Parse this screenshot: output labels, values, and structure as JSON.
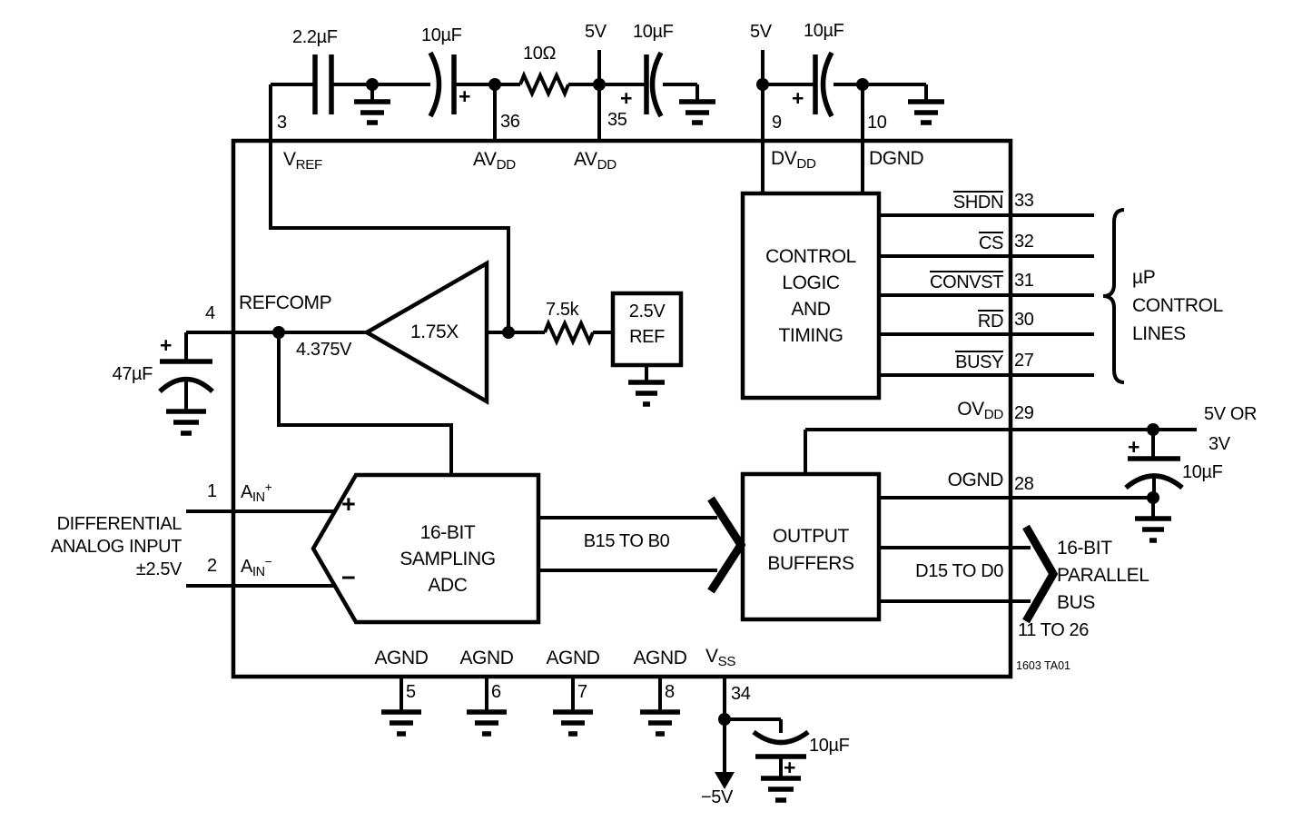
{
  "note": "1603 TA01",
  "top_left_rail": {
    "cap1": "2.2µF",
    "cap2": "10µF",
    "cap2_plus": "+",
    "resistor": "10Ω",
    "supply": "5V",
    "cap3": "10µF",
    "cap3_plus": "+",
    "pin3": {
      "num": "3",
      "main": "V",
      "sub": "REF"
    },
    "pin36": {
      "num": "36",
      "main": "AV",
      "sub": "DD"
    },
    "pin35": {
      "num": "35",
      "main": "AV",
      "sub": "DD"
    }
  },
  "top_right_rail": {
    "supply": "5V",
    "cap": "10µF",
    "plus": "+",
    "pin9": {
      "num": "9",
      "main": "DV",
      "sub": "DD"
    },
    "pin10": {
      "num": "10",
      "label": "DGND"
    }
  },
  "control_block": {
    "lines": [
      "CONTROL",
      "LOGIC",
      "AND",
      "TIMING"
    ]
  },
  "control_signals": [
    {
      "label": "SHDN",
      "pin": "33"
    },
    {
      "label": "CS",
      "pin": "32"
    },
    {
      "label": "CONVST",
      "pin": "31"
    },
    {
      "label": "RD",
      "pin": "30"
    },
    {
      "label": "BUSY",
      "pin": "27"
    }
  ],
  "up_control": {
    "lines": [
      "µP",
      "CONTROL",
      "LINES"
    ]
  },
  "ovdd": {
    "main": "OV",
    "sub": "DD",
    "pin": "29"
  },
  "ognd": {
    "label": "OGND",
    "pin": "28"
  },
  "right_cap": {
    "supply1": "5V OR",
    "supply2": "3V",
    "cap": "10µF",
    "plus": "+"
  },
  "ref_section": {
    "pin4": "4",
    "refcomp": "REFCOMP",
    "voltage": "4.375V",
    "cap": "47µF",
    "plus": "+",
    "gain": "1.75X",
    "resistor": "7.5k",
    "ref_box": [
      "2.5V",
      "REF"
    ]
  },
  "adc": {
    "lines": [
      "16-BIT",
      "SAMPLING",
      "ADC"
    ],
    "plus": "+",
    "minus": "−"
  },
  "bus1": {
    "label": "B15 TO B0"
  },
  "buffers": {
    "lines": [
      "OUTPUT",
      "BUFFERS"
    ]
  },
  "bus2": {
    "label": "D15 TO D0"
  },
  "parallel_bus": {
    "lines": [
      "16-BIT",
      "PARALLEL",
      "BUS"
    ],
    "pins": "11 TO 26"
  },
  "analog_input": {
    "lines": [
      "DIFFERENTIAL",
      "ANALOG INPUT",
      "±2.5V"
    ],
    "pin1": {
      "num": "1",
      "main": "A",
      "sub": "IN",
      "sup": "+"
    },
    "pin2": {
      "num": "2",
      "main": "A",
      "sub": "IN",
      "sup": "−"
    }
  },
  "bottom": {
    "agnd": [
      {
        "label": "AGND",
        "pin": "5"
      },
      {
        "label": "AGND",
        "pin": "6"
      },
      {
        "label": "AGND",
        "pin": "7"
      },
      {
        "label": "AGND",
        "pin": "8"
      }
    ],
    "vss": {
      "main": "V",
      "sub": "SS",
      "pin": "34"
    },
    "neg_supply": "−5V",
    "cap": "10µF",
    "plus": "+"
  }
}
